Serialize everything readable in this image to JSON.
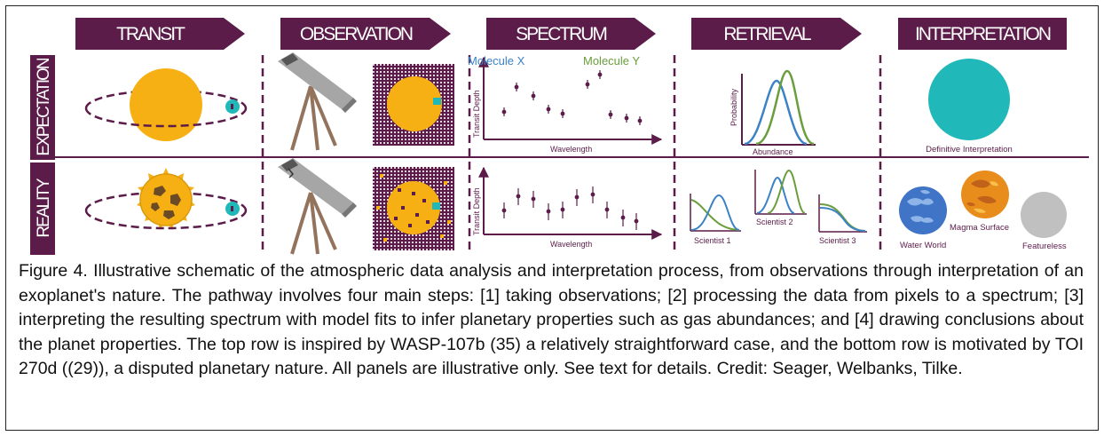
{
  "stages": [
    "TRANSIT",
    "OBSERVATION",
    "SPECTRUM",
    "RETRIEVAL",
    "INTERPRETATION"
  ],
  "rows": [
    "EXPECTATION",
    "REALITY"
  ],
  "spectrum": {
    "xlabel": "Wavelength",
    "ylabel": "Transit Depth",
    "molecule_x": "Molecule X",
    "molecule_y": "Molecule Y"
  },
  "retrieval": {
    "ylabel": "Probability",
    "xlabel": "Abundance",
    "scientists": [
      "Scientist 1",
      "Scientist 2",
      "Scientist 3"
    ]
  },
  "interpretation": {
    "definitive": "Definitive Interpretation",
    "options": [
      "Water World",
      "Magma Surface",
      "Featureless"
    ]
  },
  "caption": "Figure 4. Illustrative schematic of the atmospheric data analysis and interpretation process, from observations through interpretation of an exoplanet's nature. The pathway involves four main steps: [1] taking observations; [2] processing the data from pixels to a spectrum; [3] interpreting the resulting spectrum with model fits to infer planetary properties such as gas abundances; and [4] drawing conclusions about the planet properties. The top row is inspired by WASP-107b (35) a relatively straightforward case, and the bottom row is motivated by TOI 270d ((29)), a disputed planetary nature. All panels are illustrative only. See text for details. Credit: Seager, Welbanks, Tilke.",
  "colors": {
    "banner": "#5c1c49",
    "star": "#f6b013",
    "planet": "#21b8ba",
    "molecule_x": "#3b82c6",
    "molecule_y": "#6a9e3c",
    "telescope_tube": "#a6a6a6",
    "telescope_legs": "#94735d",
    "featureless": "#c0c0c0"
  }
}
